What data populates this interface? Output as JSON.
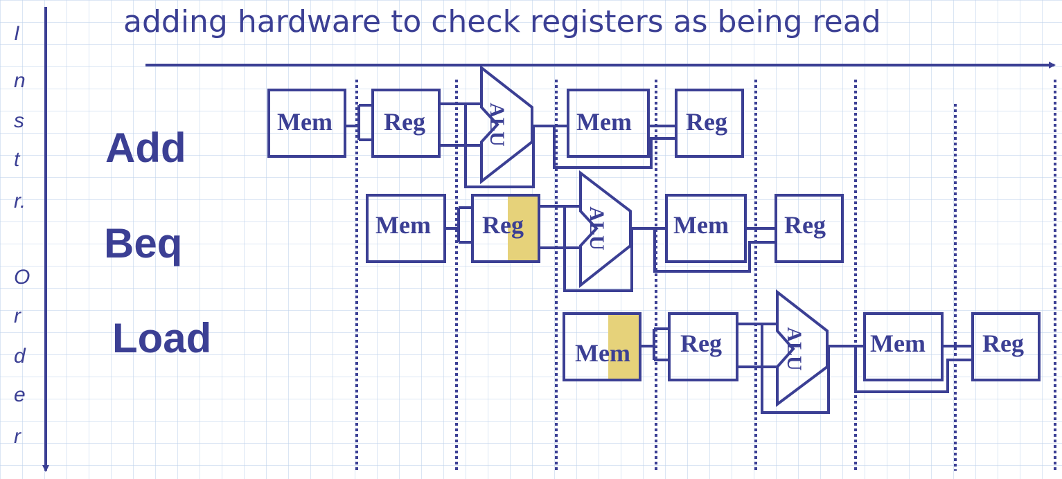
{
  "title": "adding hardware to check registers as being read",
  "axis_label_letters": [
    "I",
    "n",
    "s",
    "t",
    "r.",
    "O",
    "r",
    "d",
    "e",
    "r"
  ],
  "instructions": [
    {
      "name": "Add",
      "stages": [
        "Mem",
        "Reg",
        "ALU",
        "Mem",
        "Reg"
      ]
    },
    {
      "name": "Beq",
      "stages": [
        "Mem",
        "Reg",
        "ALU",
        "Mem",
        "Reg"
      ]
    },
    {
      "name": "Load",
      "stages": [
        "Mem",
        "Reg",
        "ALU",
        "Mem",
        "Reg"
      ]
    }
  ],
  "highlighted_stages": [
    "Beq: Reg (read)",
    "Load: Mem (instruction fetch)"
  ],
  "colors": {
    "ink": "#3b3f94",
    "highlight": "#e6d27a",
    "grid": "#bed2eb"
  }
}
